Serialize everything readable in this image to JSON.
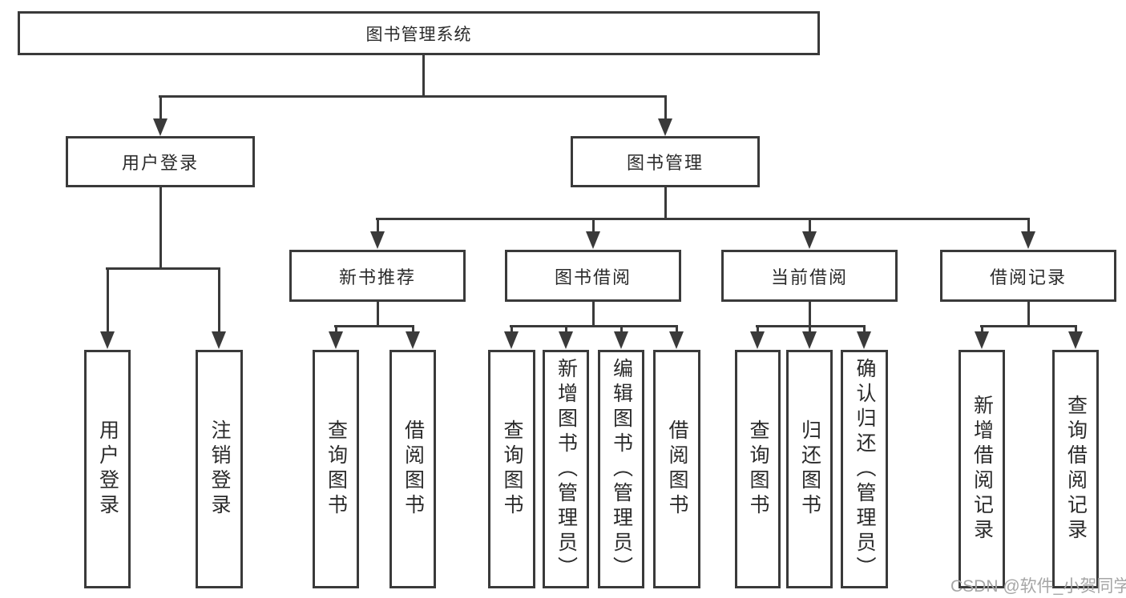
{
  "tree": {
    "label": "图书管理系统",
    "children": [
      {
        "label": "用户登录",
        "children": [
          {
            "label": "用户登录"
          },
          {
            "label": "注销登录"
          }
        ]
      },
      {
        "label": "图书管理",
        "children": [
          {
            "label": "新书推荐",
            "children": [
              {
                "label": "查询图书"
              },
              {
                "label": "借阅图书"
              }
            ]
          },
          {
            "label": "图书借阅",
            "children": [
              {
                "label": "查询图书"
              },
              {
                "label": "新增图书（管理员）"
              },
              {
                "label": "编辑图书（管理员）"
              },
              {
                "label": "借阅图书"
              }
            ]
          },
          {
            "label": "当前借阅",
            "children": [
              {
                "label": "查询图书"
              },
              {
                "label": "归还图书"
              },
              {
                "label": "确认归还（管理员）"
              }
            ]
          },
          {
            "label": "借阅记录",
            "children": [
              {
                "label": "新增借阅记录"
              },
              {
                "label": "查询借阅记录"
              }
            ]
          }
        ]
      }
    ]
  },
  "watermark": {
    "text": "CSDN @软件_小贺同学"
  },
  "colors": {
    "line": "#3a3a3a",
    "node_border": "#3a3a3a",
    "text": "#2b2b2b",
    "watermark": "#a6a6a6",
    "background": "#ffffff"
  }
}
